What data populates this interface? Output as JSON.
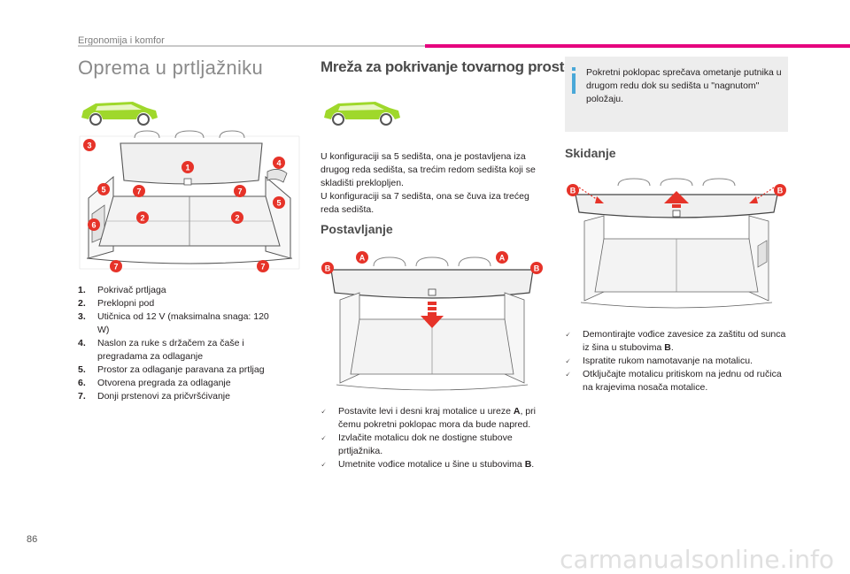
{
  "header": {
    "section": "Ergonomija i komfor"
  },
  "page_number": "86",
  "watermark": "carmanualsonline.info",
  "left": {
    "title": "Oprema u prtljažniku",
    "items": [
      {
        "n": "1.",
        "text": "Pokrivač prtljaga"
      },
      {
        "n": "2.",
        "text": "Preklopni pod"
      },
      {
        "n": "3.",
        "text": "Utičnica od 12 V (maksimalna snaga: 120 W)"
      },
      {
        "n": "4.",
        "text": "Naslon za ruke s držačem za čaše i pregradama za odlaganje"
      },
      {
        "n": "5.",
        "text": "Prostor za odlaganje paravana za prtljag"
      },
      {
        "n": "6.",
        "text": "Otvorena pregrada za odlaganje"
      },
      {
        "n": "7.",
        "text": "Donji prstenovi za pričvršćivanje"
      }
    ],
    "callouts": [
      "1",
      "2",
      "2",
      "3",
      "4",
      "5",
      "5",
      "6",
      "7",
      "7",
      "7",
      "7"
    ]
  },
  "middle": {
    "title": "Mreža za pokrivanje tovarnog prostora",
    "intro_1": "U konfiguraciji sa 5 sedišta, ona je postavljena iza drugog reda sedišta, sa trećim redom sedišta koji se skladišti preklopljen.",
    "intro_2": "U konfiguraciji sa 7 sedišta, ona se čuva iza trećeg reda sedišta.",
    "install_title": "Postavljanje",
    "install_labels": [
      "A",
      "B"
    ],
    "install_steps": [
      {
        "pre": "Postavite levi i desni kraj motalice u ureze ",
        "bold": "A",
        "post": ", pri čemu pokretni poklopac mora da bude napred."
      },
      {
        "pre": "Izvlačite motalicu dok ne dostigne stubove prtljažnika.",
        "bold": "",
        "post": ""
      },
      {
        "pre": "Umetnite vođice motalice u šine u stubovima ",
        "bold": "B",
        "post": "."
      }
    ]
  },
  "right": {
    "info": "Pokretni poklopac sprečava ometanje putnika u drugom redu dok su sedišta u \"nagnutom\" položaju.",
    "remove_title": "Skidanje",
    "remove_label": "B",
    "remove_steps": [
      {
        "pre": "Demontirajte vođice zavesice za zaštitu od sunca iz šina u stubovima ",
        "bold": "B",
        "post": "."
      },
      {
        "pre": "Ispratite rukom namotavanje na motalicu.",
        "bold": "",
        "post": ""
      },
      {
        "pre": "Otključajte motalicu pritiskom na jednu od ručica na krajevima nosača motalice.",
        "bold": "",
        "post": ""
      }
    ]
  },
  "colors": {
    "accent_pink": "#e6007e",
    "callout_red": "#e63329",
    "car_green": "#9fd82b",
    "info_bg": "#ededed",
    "info_bar": "#4aa8d8"
  }
}
